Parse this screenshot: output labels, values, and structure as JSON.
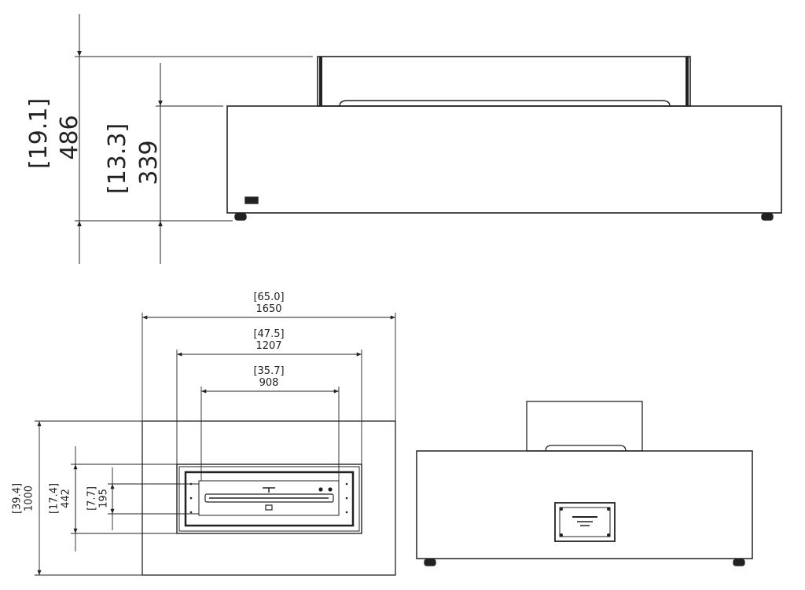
{
  "side_elevation": {
    "overall_height_in": "[19.1]",
    "overall_height_mm": "486",
    "body_height_in": "[13.3]",
    "body_height_mm": "339"
  },
  "plan_view": {
    "overall_width_in": "[65.0]",
    "overall_width_mm": "1650",
    "burner_tray_width_in": "[47.5]",
    "burner_tray_width_mm": "1207",
    "burner_width_in": "[35.7]",
    "burner_width_mm": "908",
    "overall_depth_in": "[39.4]",
    "overall_depth_mm": "1000",
    "burner_tray_depth_in": "[17.4]",
    "burner_tray_depth_mm": "442",
    "burner_depth_in": "[7.7]",
    "burner_depth_mm": "195"
  },
  "end_elevation": {},
  "colors": {
    "line": "#222222",
    "background": "#ffffff"
  }
}
